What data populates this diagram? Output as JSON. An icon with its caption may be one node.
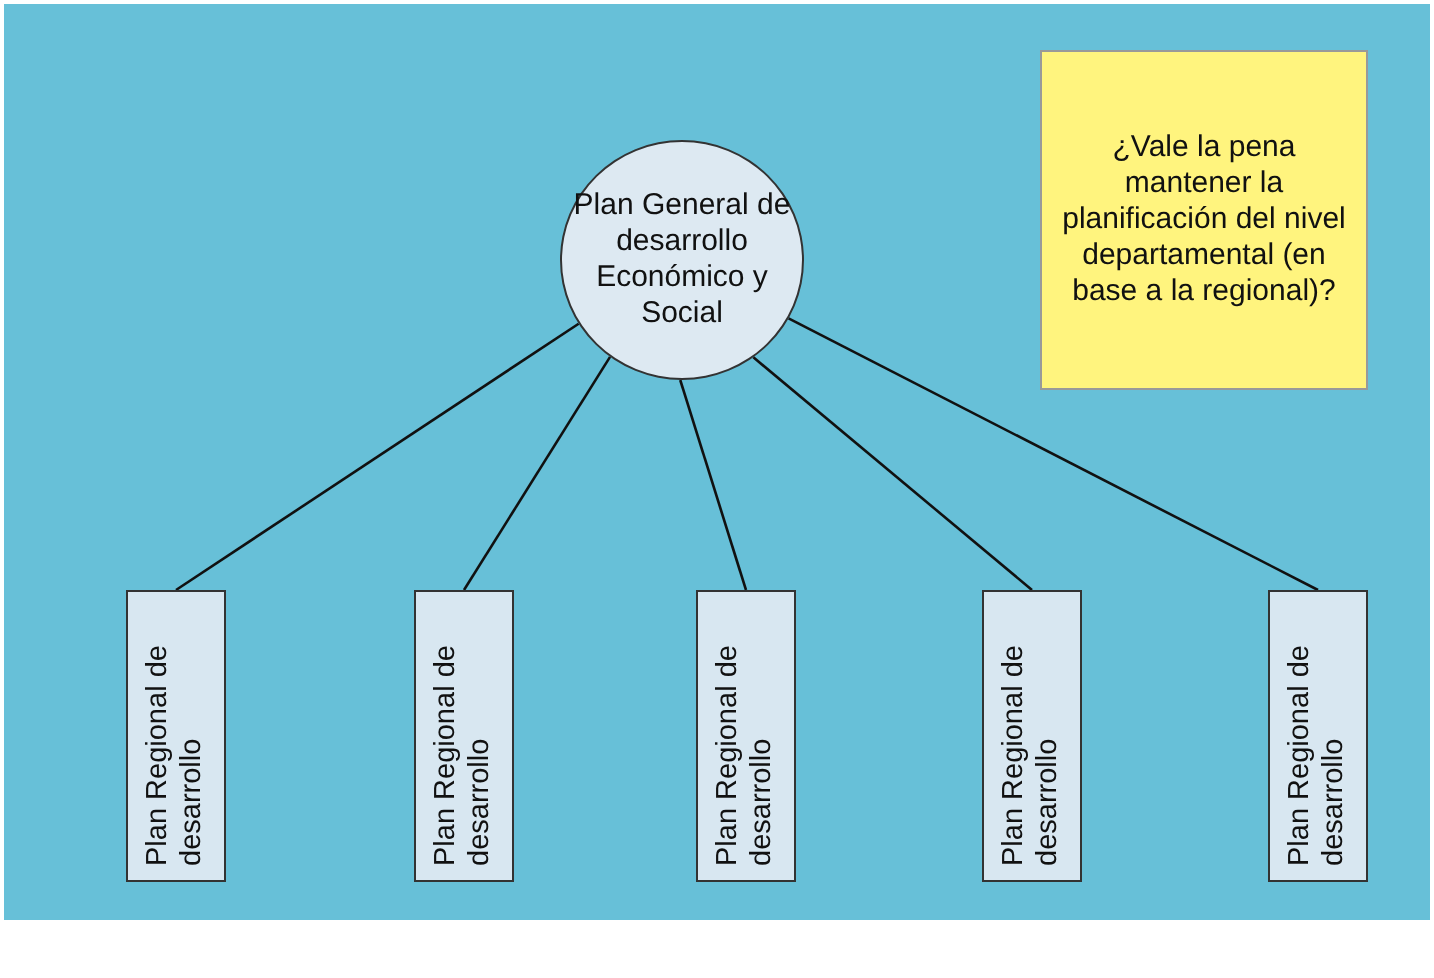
{
  "diagram": {
    "nodes": [
      {
        "text": [
          "Plan General de desarrollo Económico y Social"
        ]
      },
      {
        "text": [
          "Plan Regional de desarrollo"
        ]
      },
      {
        "text": [
          "Plan Regional de desarrollo"
        ]
      },
      {
        "text": [
          "Plan Regional de desarrollo"
        ]
      },
      {
        "text": [
          "Plan Regional de desarrollo"
        ]
      },
      {
        "text": [
          "Plan Regional de desarrollo"
        ]
      },
      {
        "text": [
          "¿Vale la pena mantener la planificación del nivel departamental (en base a la regional)?"
        ]
      }
    ],
    "edges": [
      {
        "from": 0,
        "to": 1,
        "arrow": "none"
      },
      {
        "from": 0,
        "to": 2,
        "arrow": "none"
      },
      {
        "from": 0,
        "to": 3,
        "arrow": "none"
      },
      {
        "from": 0,
        "to": 4,
        "arrow": "none"
      },
      {
        "from": 0,
        "to": 5,
        "arrow": "none"
      }
    ]
  }
}
